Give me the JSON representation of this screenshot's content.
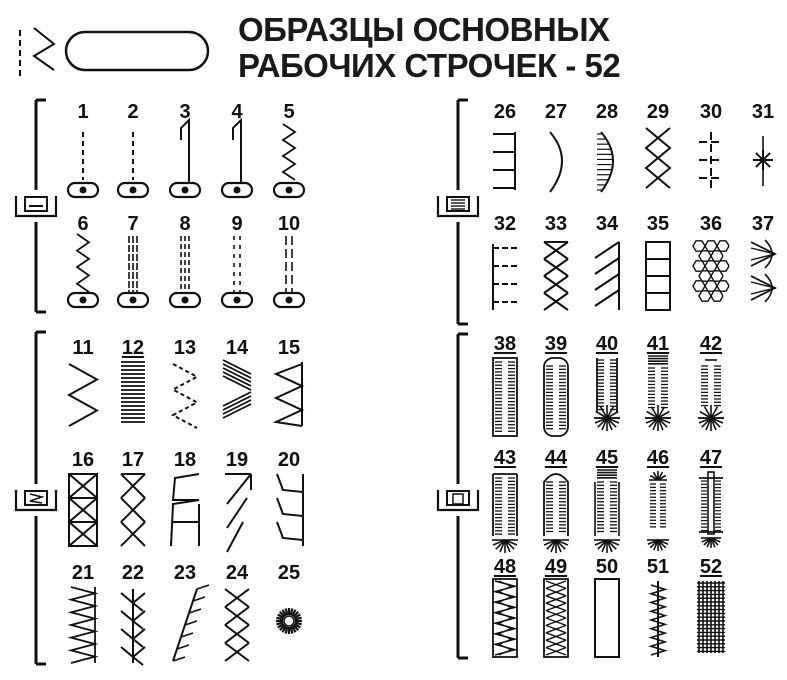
{
  "title": {
    "line1": "ОБРАЗЦЫ ОСНОВНЫХ",
    "line2": "РАБОЧИХ СТРОЧЕК - 52"
  },
  "groups": [
    {
      "icon": "presser-foot-standard-icon",
      "stitches": [
        {
          "number": "1",
          "underlined": false,
          "icon": "straight-stitch-left-icon"
        },
        {
          "number": "2",
          "underlined": false,
          "icon": "straight-stitch-center-icon"
        },
        {
          "number": "3",
          "underlined": false,
          "icon": "straight-stitch-reverse-left-icon"
        },
        {
          "number": "4",
          "underlined": false,
          "icon": "straight-stitch-reverse-center-icon"
        },
        {
          "number": "5",
          "underlined": false,
          "icon": "zigzag-stitch-icon"
        },
        {
          "number": "6",
          "underlined": false,
          "icon": "narrow-zigzag-stitch-icon"
        },
        {
          "number": "7",
          "underlined": false,
          "icon": "triple-straight-stitch-icon"
        },
        {
          "number": "8",
          "underlined": false,
          "icon": "triple-straight-stitch-alt-icon"
        },
        {
          "number": "9",
          "underlined": false,
          "icon": "stretch-stitch-icon"
        },
        {
          "number": "10",
          "underlined": false,
          "icon": "stretch-stitch-alt-icon"
        }
      ]
    },
    {
      "icon": "presser-foot-overcast-icon",
      "stitches": [
        {
          "number": "11",
          "underlined": false,
          "icon": "wide-zigzag-icon"
        },
        {
          "number": "12",
          "underlined": true,
          "icon": "satin-stitch-icon"
        },
        {
          "number": "13",
          "underlined": false,
          "icon": "three-step-zigzag-icon"
        },
        {
          "number": "14",
          "underlined": false,
          "icon": "triple-zigzag-icon"
        },
        {
          "number": "15",
          "underlined": false,
          "icon": "blanket-zigzag-icon"
        },
        {
          "number": "16",
          "underlined": false,
          "icon": "boxed-overlock-icon"
        },
        {
          "number": "17",
          "underlined": false,
          "icon": "double-cross-overlock-icon"
        },
        {
          "number": "18",
          "underlined": false,
          "icon": "blind-hem-icon"
        },
        {
          "number": "19",
          "underlined": false,
          "icon": "slant-overlock-icon"
        },
        {
          "number": "20",
          "underlined": false,
          "icon": "stretch-blind-hem-icon"
        },
        {
          "number": "21",
          "underlined": false,
          "icon": "shell-tuck-icon"
        },
        {
          "number": "22",
          "underlined": false,
          "icon": "feather-stitch-icon"
        },
        {
          "number": "23",
          "underlined": false,
          "icon": "fagoting-stitch-icon"
        },
        {
          "number": "24",
          "underlined": false,
          "icon": "cross-stitch-icon"
        },
        {
          "number": "25",
          "underlined": false,
          "icon": "eyelet-icon"
        }
      ]
    },
    {
      "icon": "presser-foot-decorative-icon",
      "stitches": [
        {
          "number": "26",
          "underlined": false,
          "icon": "ladder-stitch-icon"
        },
        {
          "number": "27",
          "underlined": false,
          "icon": "scallop-stitch-icon"
        },
        {
          "number": "28",
          "underlined": false,
          "icon": "satin-scallop-icon"
        },
        {
          "number": "29",
          "underlined": false,
          "icon": "diamond-chain-icon"
        },
        {
          "number": "30",
          "underlined": false,
          "icon": "cross-dash-stitch-icon"
        },
        {
          "number": "31",
          "underlined": false,
          "icon": "star-stitch-icon"
        },
        {
          "number": "32",
          "underlined": false,
          "icon": "comb-stitch-icon"
        },
        {
          "number": "33",
          "underlined": false,
          "icon": "lattice-stitch-icon"
        },
        {
          "number": "34",
          "underlined": false,
          "icon": "slant-ladder-icon"
        },
        {
          "number": "35",
          "underlined": false,
          "icon": "box-ladder-icon"
        },
        {
          "number": "36",
          "underlined": false,
          "icon": "honeycomb-stitch-icon"
        },
        {
          "number": "37",
          "underlined": false,
          "icon": "ornamental-stitch-icon"
        }
      ]
    },
    {
      "icon": "presser-foot-buttonhole-icon",
      "stitches": [
        {
          "number": "38",
          "underlined": true,
          "icon": "square-buttonhole-icon"
        },
        {
          "number": "39",
          "underlined": true,
          "icon": "rounded-buttonhole-icon"
        },
        {
          "number": "40",
          "underlined": true,
          "icon": "round-end-buttonhole-icon"
        },
        {
          "number": "41",
          "underlined": true,
          "icon": "bartack-round-buttonhole-icon"
        },
        {
          "number": "42",
          "underlined": true,
          "icon": "keyhole-buttonhole-icon"
        },
        {
          "number": "43",
          "underlined": true,
          "icon": "fan-end-buttonhole-icon"
        },
        {
          "number": "44",
          "underlined": true,
          "icon": "rounded-fan-buttonhole-icon"
        },
        {
          "number": "45",
          "underlined": true,
          "icon": "bartack-fan-buttonhole-icon"
        },
        {
          "number": "46",
          "underlined": true,
          "icon": "narrow-keyhole-buttonhole-icon"
        },
        {
          "number": "47",
          "underlined": true,
          "icon": "stretch-buttonhole-icon"
        },
        {
          "number": "48",
          "underlined": true,
          "icon": "zigzag-buttonhole-icon"
        },
        {
          "number": "49",
          "underlined": true,
          "icon": "cross-buttonhole-icon"
        },
        {
          "number": "50",
          "underlined": false,
          "icon": "bound-buttonhole-icon"
        },
        {
          "number": "51",
          "underlined": false,
          "icon": "darning-stitch-icon"
        },
        {
          "number": "52",
          "underlined": true,
          "icon": "heavy-darning-icon"
        }
      ]
    }
  ]
}
